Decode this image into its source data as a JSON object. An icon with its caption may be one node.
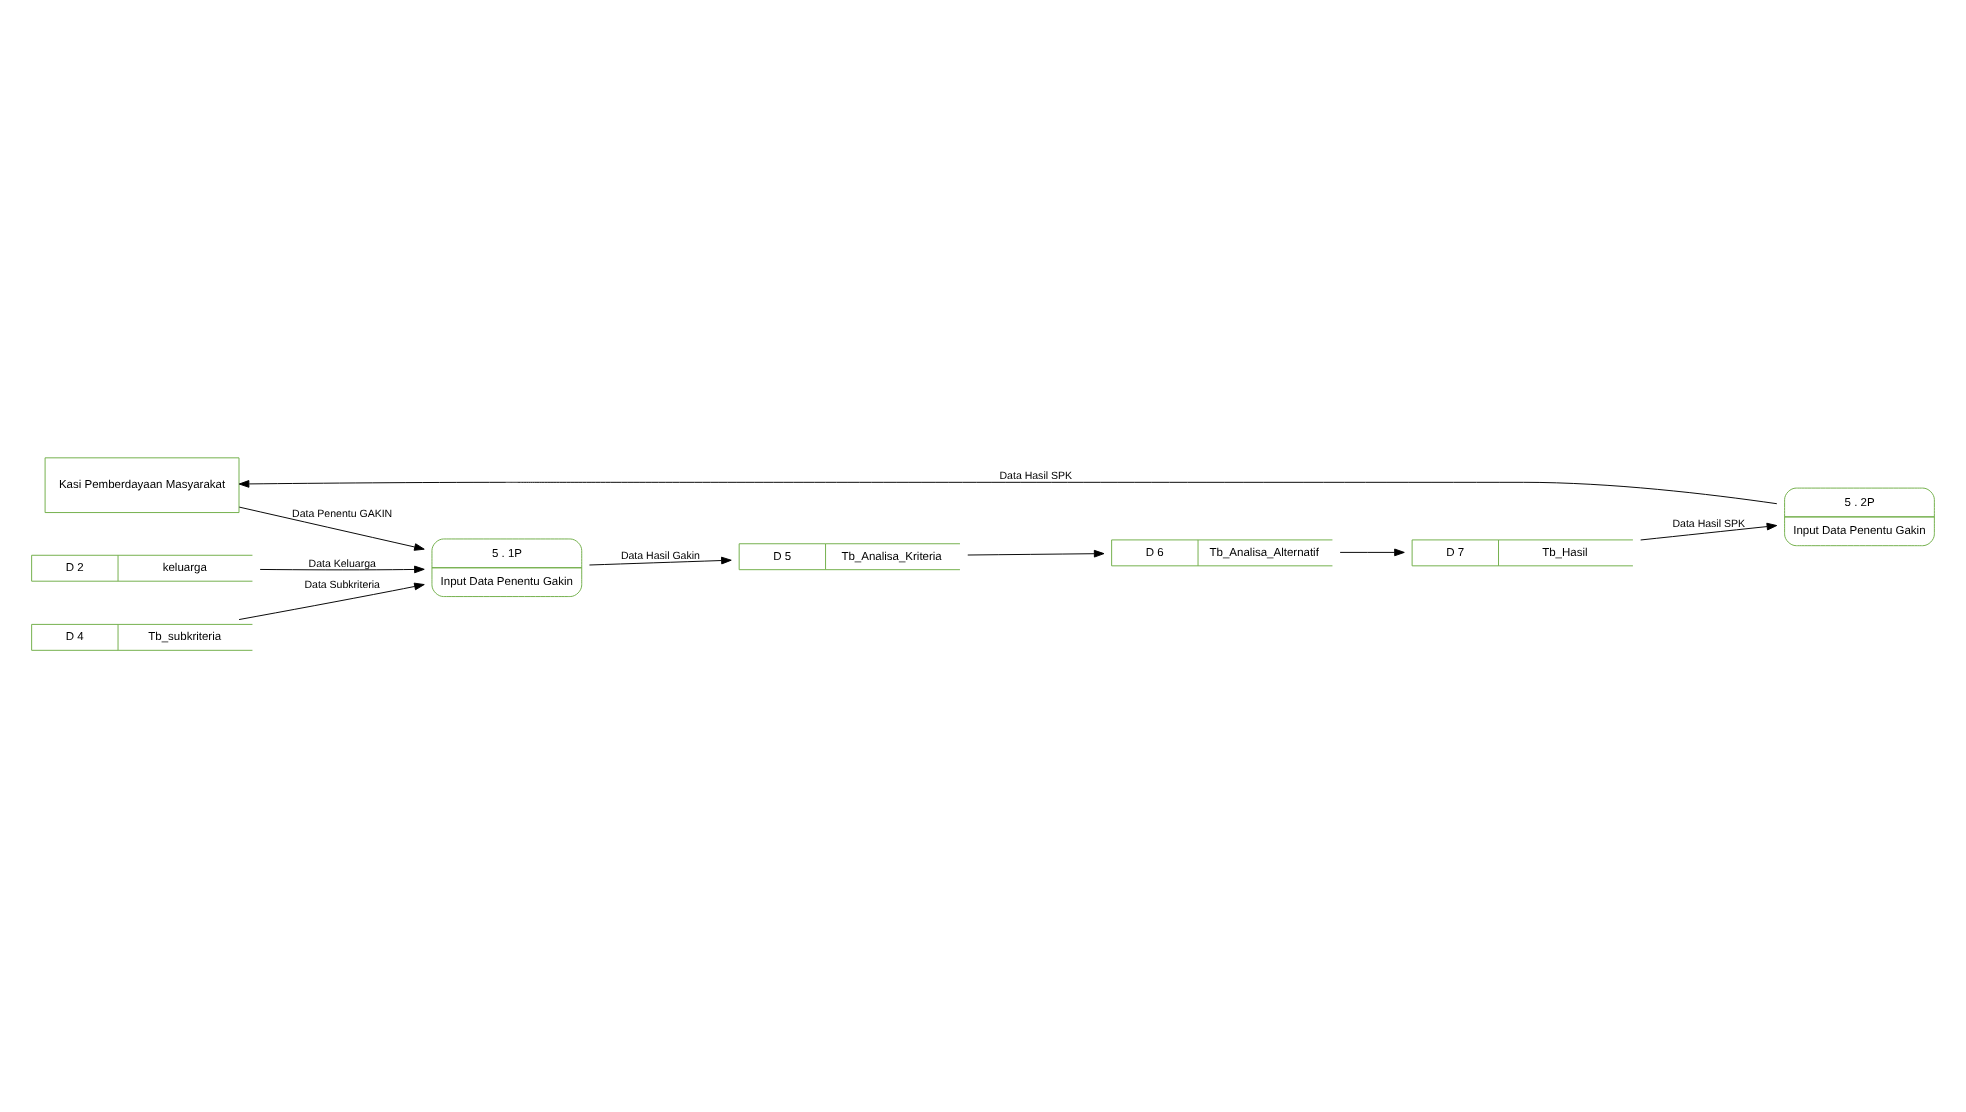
{
  "diagram": {
    "nodes": [
      {
        "text": [
          "Kasi Pemberdayaan Masyarakat"
        ]
      },
      {
        "text": [
          "5 . 1P",
          "Input Data Penentu Gakin"
        ]
      },
      {
        "text": [
          "D 2",
          "keluarga"
        ]
      },
      {
        "text": [
          "D 4",
          "Tb_subkriteria"
        ]
      },
      {
        "text": [
          "D 5",
          "Tb_Analisa_Kriteria"
        ]
      },
      {
        "text": [
          "D 6",
          "Tb_Analisa_Alternatif"
        ]
      },
      {
        "text": [
          "D 7",
          "Tb_Hasil"
        ]
      },
      {
        "text": [
          "5 . 2P",
          "Input Data Penentu Gakin"
        ]
      }
    ],
    "edges": [
      {
        "from": 0,
        "to": 1,
        "arrow": "to",
        "label": "Data Penentu GAKIN"
      },
      {
        "from": 2,
        "to": 1,
        "arrow": "to",
        "label": "Data Keluarga"
      },
      {
        "from": 3,
        "to": 1,
        "arrow": "to",
        "label": "Data Subkriteria"
      },
      {
        "from": 1,
        "to": 4,
        "arrow": "to",
        "label": "Data Hasil Gakin"
      },
      {
        "from": 4,
        "to": 5,
        "arrow": "to"
      },
      {
        "from": 5,
        "to": 6,
        "arrow": "to"
      },
      {
        "from": 6,
        "to": 7,
        "arrow": "to",
        "label": "Data Hasil SPK"
      },
      {
        "from": 7,
        "to": 0,
        "arrow": "to",
        "label": "Data Hasil SPK"
      }
    ]
  }
}
